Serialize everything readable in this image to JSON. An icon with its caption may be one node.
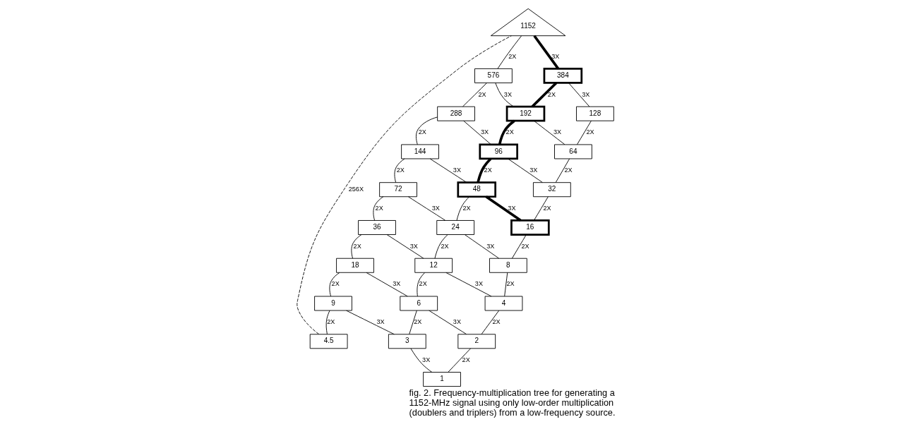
{
  "diagram": {
    "caption": "fig. 2. Frequency-multiplication tree for generating a 1152-MHz signal using only low-order multiplication (doublers and triplers) from a low-frequency source.",
    "nodes": [
      {
        "text": [
          "1152"
        ]
      },
      {
        "text": [
          "576"
        ]
      },
      {
        "text": [
          "384"
        ]
      },
      {
        "text": [
          "288"
        ]
      },
      {
        "text": [
          "192"
        ]
      },
      {
        "text": [
          "128"
        ]
      },
      {
        "text": [
          "144"
        ]
      },
      {
        "text": [
          "96"
        ]
      },
      {
        "text": [
          "64"
        ]
      },
      {
        "text": [
          "72"
        ]
      },
      {
        "text": [
          "48"
        ]
      },
      {
        "text": [
          "32"
        ]
      },
      {
        "text": [
          "36"
        ]
      },
      {
        "text": [
          "24"
        ]
      },
      {
        "text": [
          "16"
        ]
      },
      {
        "text": [
          "18"
        ]
      },
      {
        "text": [
          "12"
        ]
      },
      {
        "text": [
          "8"
        ]
      },
      {
        "text": [
          "9"
        ]
      },
      {
        "text": [
          "6"
        ]
      },
      {
        "text": [
          "4"
        ]
      },
      {
        "text": [
          "4.5"
        ]
      },
      {
        "text": [
          "3"
        ]
      },
      {
        "text": [
          "2"
        ]
      },
      {
        "text": [
          "1"
        ]
      }
    ],
    "edges": [
      {
        "from": 24,
        "to": 22,
        "arrow": "none",
        "label": "3X"
      },
      {
        "from": 24,
        "to": 23,
        "arrow": "none",
        "label": "2X"
      },
      {
        "from": 21,
        "to": 18,
        "arrow": "none",
        "label": "2X"
      },
      {
        "from": 22,
        "to": 18,
        "arrow": "none",
        "label": "3X"
      },
      {
        "from": 22,
        "to": 19,
        "arrow": "none",
        "label": "2X"
      },
      {
        "from": 23,
        "to": 19,
        "arrow": "none",
        "label": "3X"
      },
      {
        "from": 23,
        "to": 20,
        "arrow": "none",
        "label": "2X"
      },
      {
        "from": 18,
        "to": 15,
        "arrow": "none",
        "label": "2X"
      },
      {
        "from": 19,
        "to": 15,
        "arrow": "none",
        "label": "3X"
      },
      {
        "from": 19,
        "to": 16,
        "arrow": "none",
        "label": "2X"
      },
      {
        "from": 20,
        "to": 16,
        "arrow": "none",
        "label": "3X"
      },
      {
        "from": 20,
        "to": 17,
        "arrow": "none",
        "label": "2X"
      },
      {
        "from": 15,
        "to": 12,
        "arrow": "none",
        "label": "2X"
      },
      {
        "from": 16,
        "to": 12,
        "arrow": "none",
        "label": "3X"
      },
      {
        "from": 16,
        "to": 13,
        "arrow": "none",
        "label": "2X"
      },
      {
        "from": 17,
        "to": 13,
        "arrow": "none",
        "label": "3X"
      },
      {
        "from": 17,
        "to": 14,
        "arrow": "none",
        "label": "2X"
      },
      {
        "from": 12,
        "to": 9,
        "arrow": "none",
        "label": "2X"
      },
      {
        "from": 13,
        "to": 9,
        "arrow": "none",
        "label": "3X"
      },
      {
        "from": 13,
        "to": 10,
        "arrow": "none",
        "label": "2X"
      },
      {
        "from": 14,
        "to": 10,
        "arrow": "none",
        "label": "3X",
        "style": "thick"
      },
      {
        "from": 14,
        "to": 11,
        "arrow": "none",
        "label": "2X"
      },
      {
        "from": 9,
        "to": 6,
        "arrow": "none",
        "label": "2X"
      },
      {
        "from": 10,
        "to": 6,
        "arrow": "none",
        "label": "3X"
      },
      {
        "from": 10,
        "to": 7,
        "arrow": "none",
        "label": "2X",
        "style": "thick"
      },
      {
        "from": 11,
        "to": 7,
        "arrow": "none",
        "label": "3X"
      },
      {
        "from": 11,
        "to": 8,
        "arrow": "none",
        "label": "2X"
      },
      {
        "from": 6,
        "to": 3,
        "arrow": "none",
        "label": "2X"
      },
      {
        "from": 7,
        "to": 3,
        "arrow": "none",
        "label": "3X"
      },
      {
        "from": 7,
        "to": 4,
        "arrow": "none",
        "label": "2X",
        "style": "thick"
      },
      {
        "from": 8,
        "to": 4,
        "arrow": "none",
        "label": "3X"
      },
      {
        "from": 8,
        "to": 5,
        "arrow": "none",
        "label": "2X"
      },
      {
        "from": 3,
        "to": 1,
        "arrow": "none",
        "label": "2X"
      },
      {
        "from": 4,
        "to": 1,
        "arrow": "none",
        "label": "3X"
      },
      {
        "from": 4,
        "to": 2,
        "arrow": "none",
        "label": "2X",
        "style": "thick"
      },
      {
        "from": 5,
        "to": 2,
        "arrow": "none",
        "label": "3X"
      },
      {
        "from": 1,
        "to": 0,
        "arrow": "none",
        "label": "2X"
      },
      {
        "from": 2,
        "to": 0,
        "arrow": "none",
        "label": "3X",
        "style": "thick"
      },
      {
        "from": 21,
        "to": 0,
        "arrow": "none",
        "label": "256X",
        "style": "dashed"
      }
    ]
  }
}
